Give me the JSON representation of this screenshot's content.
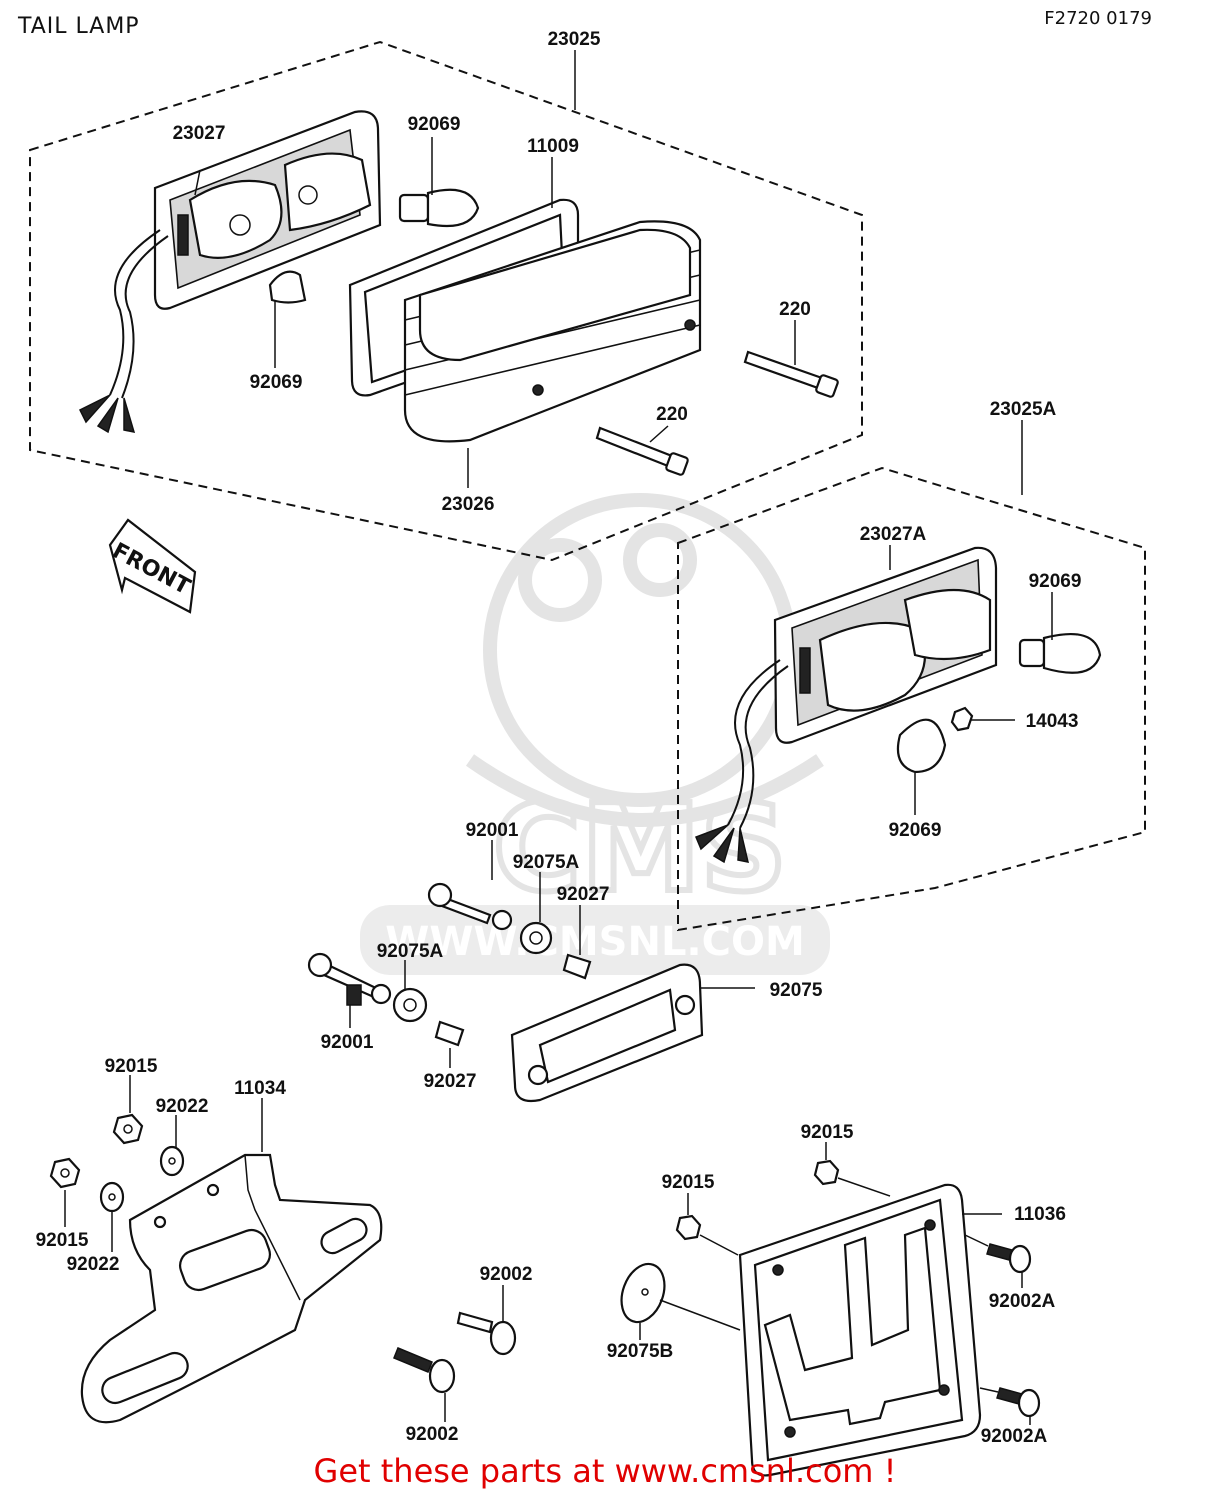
{
  "header": {
    "title": "TAIL LAMP",
    "figure_code": "F2720 0179"
  },
  "front_label": "FRONT",
  "watermark": "WWW.CMSNL.COM",
  "promo": "Get these parts at www.cmsnl.com !",
  "parts": [
    {
      "id": "p-23025",
      "label": "23025"
    },
    {
      "id": "p-23027",
      "label": "23027"
    },
    {
      "id": "p-92069-a",
      "label": "92069"
    },
    {
      "id": "p-11009",
      "label": "11009"
    },
    {
      "id": "p-220-a",
      "label": "220"
    },
    {
      "id": "p-92069-b",
      "label": "92069"
    },
    {
      "id": "p-220-b",
      "label": "220"
    },
    {
      "id": "p-23026",
      "label": "23026"
    },
    {
      "id": "p-23025A",
      "label": "23025A"
    },
    {
      "id": "p-23027A",
      "label": "23027A"
    },
    {
      "id": "p-92069-c",
      "label": "92069"
    },
    {
      "id": "p-14043",
      "label": "14043"
    },
    {
      "id": "p-92069-d",
      "label": "92069"
    },
    {
      "id": "p-92001-a",
      "label": "92001"
    },
    {
      "id": "p-92075A-a",
      "label": "92075A"
    },
    {
      "id": "p-92027-a",
      "label": "92027"
    },
    {
      "id": "p-92075A-b",
      "label": "92075A"
    },
    {
      "id": "p-92075",
      "label": "92075"
    },
    {
      "id": "p-92001-b",
      "label": "92001"
    },
    {
      "id": "p-92027-b",
      "label": "92027"
    },
    {
      "id": "p-92015-a",
      "label": "92015"
    },
    {
      "id": "p-92022-a",
      "label": "92022"
    },
    {
      "id": "p-11034",
      "label": "11034"
    },
    {
      "id": "p-92015-b",
      "label": "92015"
    },
    {
      "id": "p-92022-b",
      "label": "92022"
    },
    {
      "id": "p-92002-a",
      "label": "92002"
    },
    {
      "id": "p-92002-b",
      "label": "92002"
    },
    {
      "id": "p-92015-c",
      "label": "92015"
    },
    {
      "id": "p-92015-d",
      "label": "92015"
    },
    {
      "id": "p-11036",
      "label": "11036"
    },
    {
      "id": "p-92002A-a",
      "label": "92002A"
    },
    {
      "id": "p-92075B",
      "label": "92075B"
    },
    {
      "id": "p-92002A-b",
      "label": "92002A"
    }
  ]
}
